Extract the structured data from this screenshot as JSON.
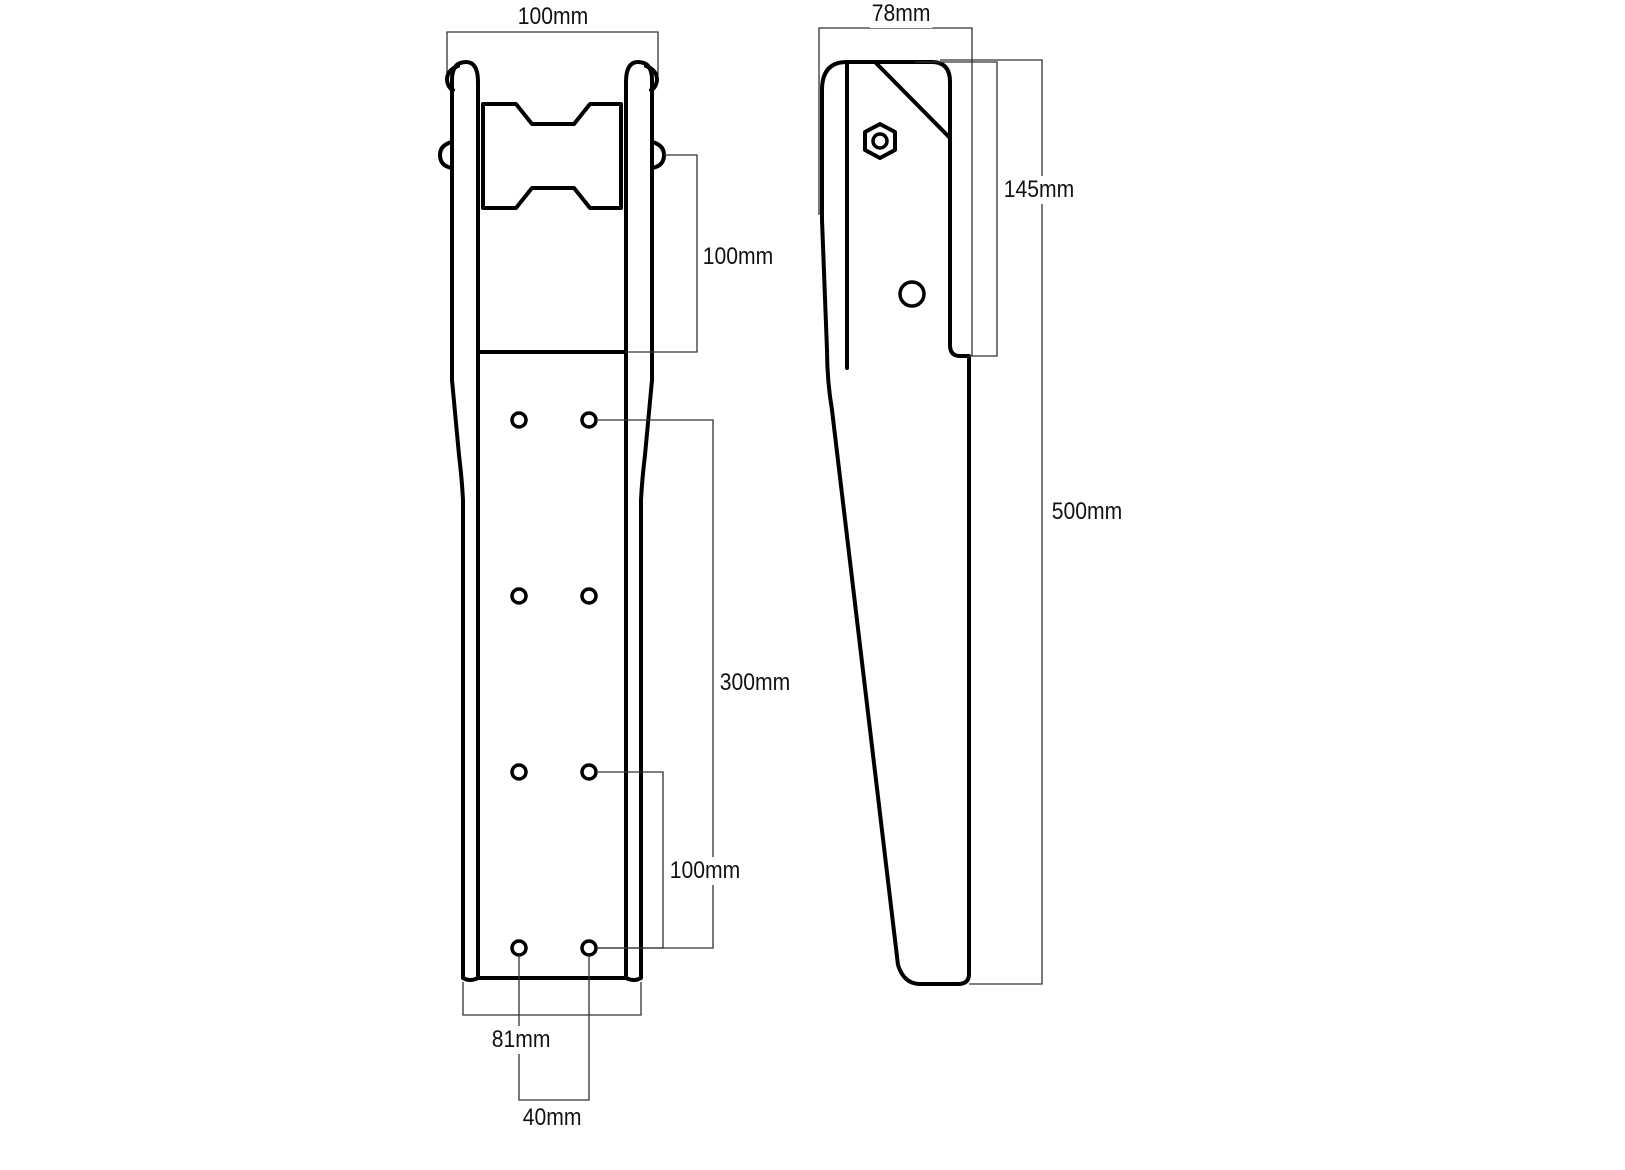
{
  "figure": {
    "type": "technical-drawing",
    "subject": "bow roller (front view and side view)",
    "colors": {
      "line": "#000000",
      "dimension": "#333333",
      "background": "#ffffff"
    }
  },
  "front_view": {
    "dimensions": {
      "overall_width_top": "100mm",
      "roller_to_plate": "100mm",
      "hole_span": "300mm",
      "hole_spacing": "100mm",
      "base_width": "81mm",
      "hole_pitch_horizontal": "40mm"
    },
    "holes": {
      "rows": 4,
      "columns": 2
    }
  },
  "side_view": {
    "dimensions": {
      "depth": "78mm",
      "head_height": "145mm",
      "overall_length": "500mm"
    }
  }
}
